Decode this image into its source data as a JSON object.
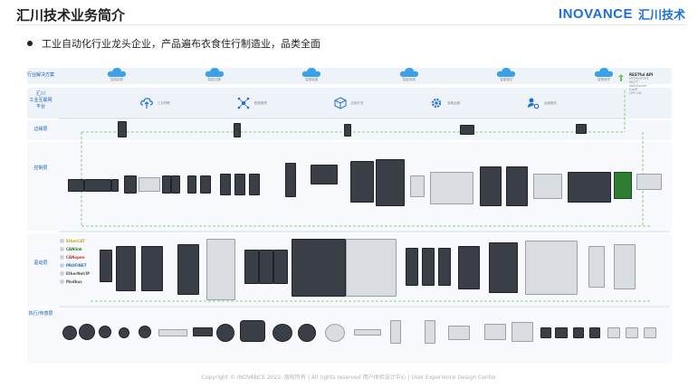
{
  "header": {
    "title": "汇川技术业务简介",
    "brand_word": "INOVANCE",
    "brand_cn": "汇川技术"
  },
  "intro": {
    "bullet": "工业自动化行业龙头企业，产品遍布衣食住行制造业，品类全面"
  },
  "layers": {
    "solutions": "行业解决方案",
    "platform": "汇川\n工业互联网\n平台",
    "edge": "边缘层",
    "control": "控制层",
    "drive": "驱动层",
    "execution": "执行/传感层"
  },
  "clouds": [
    {
      "label": "智能制造"
    },
    {
      "label": "智能交通"
    },
    {
      "label": "智慧能源"
    },
    {
      "label": "智能电梯"
    },
    {
      "label": "智能楼宇"
    },
    {
      "label": "智慧城市"
    }
  ],
  "platform_items": [
    {
      "icon": "cloud-upload-icon",
      "label": "工业物联"
    },
    {
      "icon": "network-icon",
      "label": "数据管理"
    },
    {
      "icon": "cube-icon",
      "label": "应用开发"
    },
    {
      "icon": "gear-icon",
      "label": "智能运维"
    },
    {
      "icon": "user-gear-icon",
      "label": "运营服务"
    }
  ],
  "api": {
    "title": "RESTful API",
    "items": [
      "HTTP/HTTPS",
      "MQTT",
      "WebSocket",
      "CoAP",
      "OPC UA"
    ]
  },
  "protocols": [
    {
      "label": "EtherCAT",
      "color": "#d0a020"
    },
    {
      "label": "CANlink",
      "color": "#2d7a2d"
    },
    {
      "label": "CANopen",
      "color": "#c0392b"
    },
    {
      "label": "PROFINET",
      "color": "#2a6fbb"
    },
    {
      "label": "EtherNet/IP",
      "color": "#555555"
    },
    {
      "label": "Modbus",
      "color": "#555555"
    }
  ],
  "footer": {
    "text": "Copyright © INOVANCE 2022.   版权所有  |  All rights reserved       用户体验设计中心  |  User Experience Design Center"
  },
  "colors": {
    "brand": "#1d6fd1",
    "cloud": "#3aa0e8",
    "edge_line": "#6cc25a",
    "band": "#eef3fa"
  }
}
